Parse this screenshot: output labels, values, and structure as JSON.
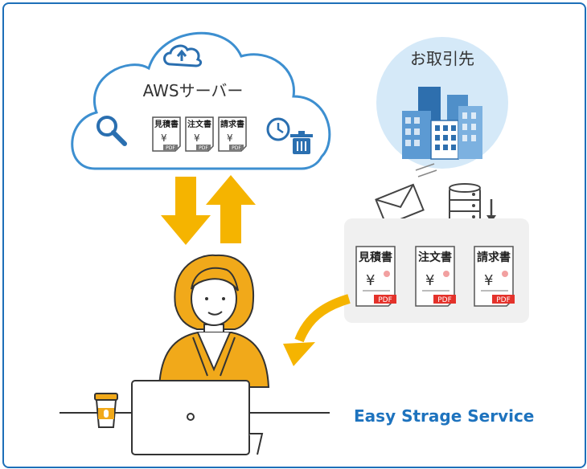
{
  "cloud": {
    "title": "AWSサーバー",
    "docs": [
      {
        "title": "見積書",
        "currency": "¥",
        "format": "PDF"
      },
      {
        "title": "注文書",
        "currency": "¥",
        "format": "PDF"
      },
      {
        "title": "請求書",
        "currency": "¥",
        "format": "PDF"
      }
    ]
  },
  "partner": {
    "title": "お取引先"
  },
  "outbox": {
    "docs": [
      {
        "title": "見積書",
        "currency": "¥",
        "format": "PDF"
      },
      {
        "title": "注文書",
        "currency": "¥",
        "format": "PDF"
      },
      {
        "title": "請求書",
        "currency": "¥",
        "format": "PDF"
      }
    ]
  },
  "footer": {
    "brand": "Easy Strage Service"
  },
  "colors": {
    "frame": "#1d6fb8",
    "cloud_outline": "#3d8fd0",
    "arrow": "#f5b400",
    "suit": "#f1a91a",
    "pdf_tag": "#e4322b",
    "partner_bg": "#d5e9f8",
    "brand_text": "#1e73be"
  },
  "icons": [
    "cloud-upload-icon",
    "search-icon",
    "clock-icon",
    "trash-icon",
    "building-icon",
    "envelope-icon",
    "database-icon",
    "download-arrow-icon",
    "coffee-cup-icon",
    "laptop-icon"
  ]
}
